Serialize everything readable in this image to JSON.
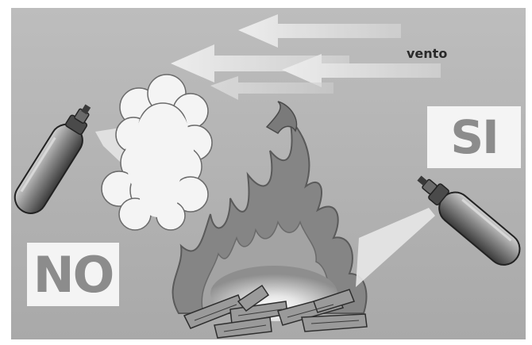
{
  "labels": {
    "wind": "vento",
    "correct": "SI",
    "incorrect": "NO"
  },
  "colors": {
    "background": "#b4b4b4",
    "label_box": "#f4f4f4",
    "label_text": "#8c8c8c",
    "wind_arrows": "#e2e2e2",
    "flame": "#8a8a8a",
    "spray": "#e8e8e8"
  },
  "icons": {
    "left_extinguisher": "fire-extinguisher-icon",
    "right_extinguisher": "fire-extinguisher-icon",
    "fire": "campfire-icon",
    "smoke": "smoke-cloud-icon",
    "wind": "wind-arrows-icon"
  }
}
